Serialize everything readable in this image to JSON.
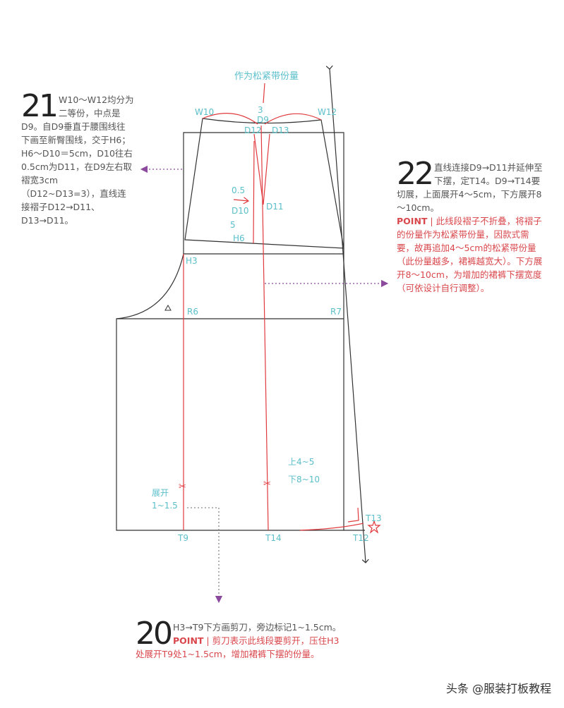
{
  "colors": {
    "outline": "#333333",
    "red": "#e03a3e",
    "teal": "#5bbfca",
    "purple": "#8b4a9c"
  },
  "labels": {
    "top_note": "作为松紧带份量",
    "three": "3",
    "w10": "W10",
    "w12": "W12",
    "d9": "D9",
    "d12": "D12",
    "d13": "D13",
    "d10": "D10",
    "d11": "D11",
    "h6": "H6",
    "half": "0.5",
    "five": "5",
    "h3": "H3",
    "r6": "R6",
    "r7": "R7",
    "open_top": "上4~5",
    "open_bottom": "下8~10",
    "spread": "展开",
    "spread_val": "1~1.5",
    "t9": "T9",
    "t14": "T14",
    "t12": "T12",
    "t13": "T13"
  },
  "step21": {
    "num": "21",
    "text": "W10～W12均分为二等份，中点是D9。自D9垂直于腰围线往下画至新臀围线，交于H6；H6～D10＝5cm，D10往右0.5cm为D11，在D9左右取褶宽3cm（D12~D13=3），直线连接褶子D12→D11、D13→D11。"
  },
  "step22": {
    "num": "22",
    "text": "直线连接D9→D11并延伸至下摆，定T14。D9→T14要切展，上面展开4～5cm，下方展开8～10cm。",
    "point": "POINT",
    "point_text": "| 此线段褶子不折叠，将褶子的份量作为松紧带份量，因款式需要，故再追加4～5cm的松紧带份量（此份量越多，裙裤越宽大）。下方展开8～10cm，为增加的裙裤下摆宽度（可依设计自行调整）。"
  },
  "step20": {
    "num": "20",
    "text": "H3→T9下方画剪刀，旁边标记1~1.5cm。",
    "point": "POINT",
    "point_text": "| 剪刀表示此线段要剪开，压住H3处展开T9处1~1.5cm，增加裙裤下摆的份量。"
  },
  "watermark": "头条 @服装打板教程"
}
